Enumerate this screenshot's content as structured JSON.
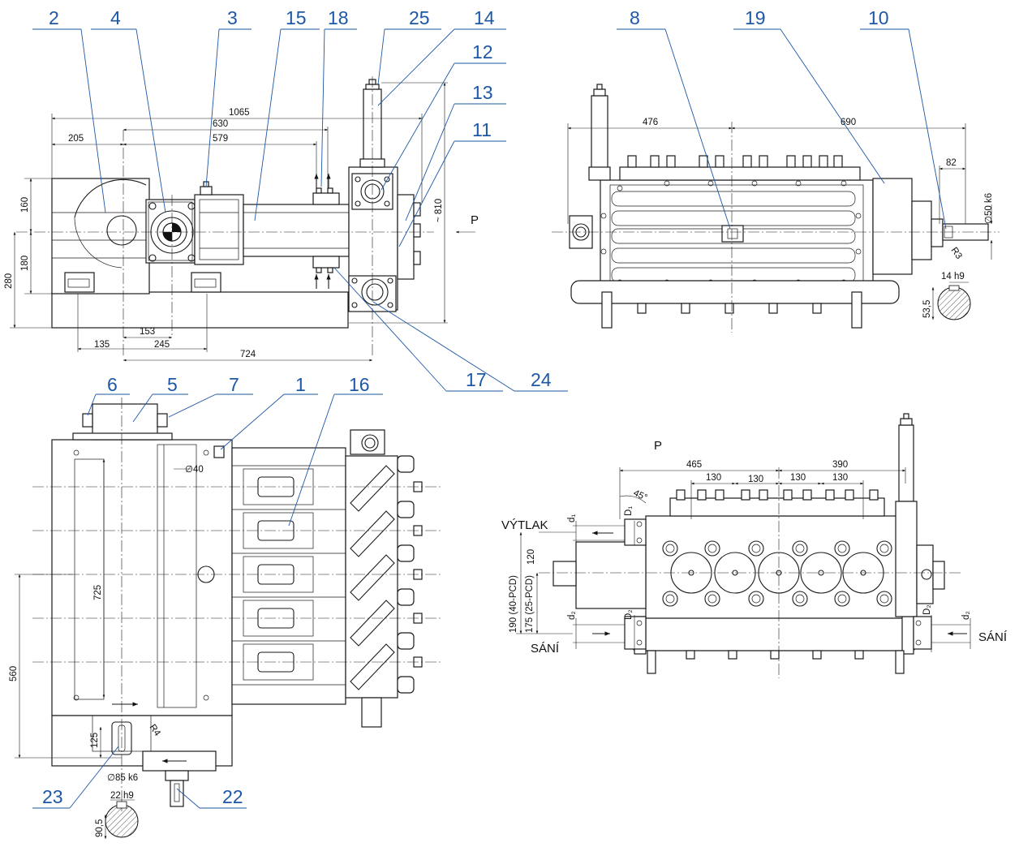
{
  "callouts": {
    "n2": "2",
    "n4": "4",
    "n3": "3",
    "n15": "15",
    "n18": "18",
    "n25": "25",
    "n14": "14",
    "n12": "12",
    "n13": "13",
    "n11": "11",
    "n17": "17",
    "n24": "24",
    "n8": "8",
    "n19": "19",
    "n10": "10",
    "n6": "6",
    "n5": "5",
    "n7": "7",
    "n1": "1",
    "n16": "16",
    "n23": "23",
    "n22": "22"
  },
  "front_view": {
    "d1065": "1065",
    "d630": "630",
    "d579": "579",
    "d205": "205",
    "d160": "160",
    "d180": "180",
    "d280": "280",
    "d153": "153",
    "d135": "135",
    "d245": "245",
    "d724": "724",
    "d810": "~ 810",
    "p_label": "P"
  },
  "side_view": {
    "d476": "476",
    "d690": "690",
    "d82": "82",
    "shaft_dia": "∅50 k6",
    "r3": "R3",
    "key": "14 h9",
    "d53": "53,5"
  },
  "top_view": {
    "dia40": "∅40",
    "d725": "725",
    "d560": "560",
    "d125": "125",
    "r4": "R4",
    "shaft_dia": "∅85 k6",
    "key": "22 h9",
    "d90": "90,5"
  },
  "p_view": {
    "title": "P",
    "d465": "465",
    "d390": "390",
    "d130a": "130",
    "d130b": "130",
    "d130c": "130",
    "d130d": "130",
    "angle": "45°",
    "d1": "d₁",
    "D1": "D₁",
    "d2a": "d₂",
    "D2a": "D₂",
    "D2b": "D₂",
    "d2b": "d₂",
    "d120": "120",
    "d190": "190 (40-PCD)",
    "d175": "175 (25-PCD)",
    "vytlak": "VÝTLAK",
    "sani_left": "SÁNÍ",
    "sani_right": "SÁNÍ"
  },
  "colors": {
    "callout_blue": "#1d57a6",
    "line_black": "#1a1a1a"
  }
}
